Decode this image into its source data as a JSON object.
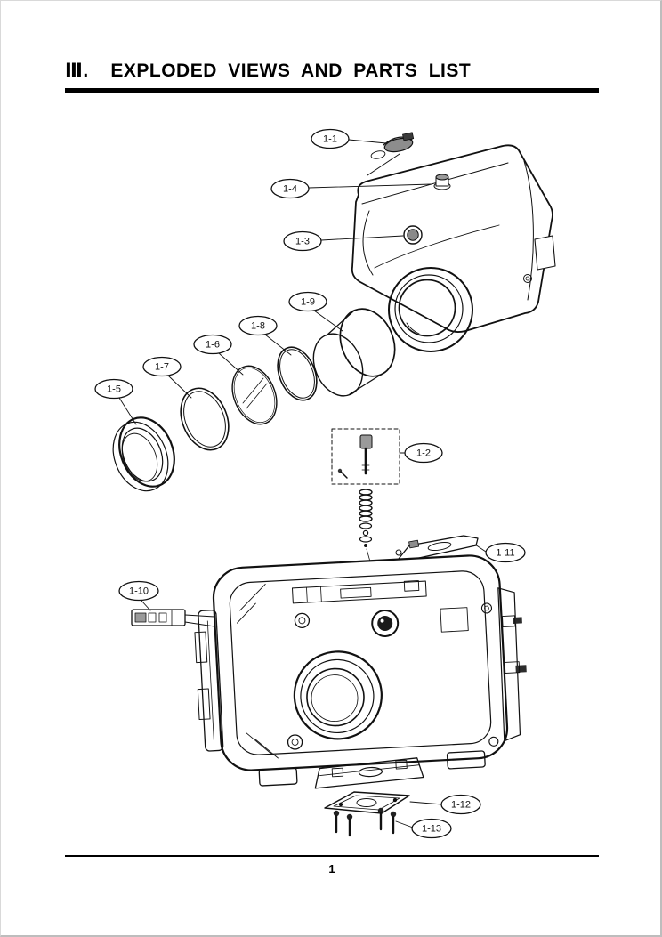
{
  "page": {
    "title": "Ⅲ.  EXPLODED VIEWS AND PARTS LIST",
    "page_number": "1"
  },
  "colors": {
    "ink": "#111111",
    "paper": "#ffffff"
  },
  "callouts": [
    {
      "label": "1-1"
    },
    {
      "label": "1-4"
    },
    {
      "label": "1-3"
    },
    {
      "label": "1-9"
    },
    {
      "label": "1-8"
    },
    {
      "label": "1-6"
    },
    {
      "label": "1-7"
    },
    {
      "label": "1-5"
    },
    {
      "label": "1-2"
    },
    {
      "label": "1-11"
    },
    {
      "label": "1-10"
    },
    {
      "label": "1-12"
    },
    {
      "label": "1-13"
    }
  ]
}
